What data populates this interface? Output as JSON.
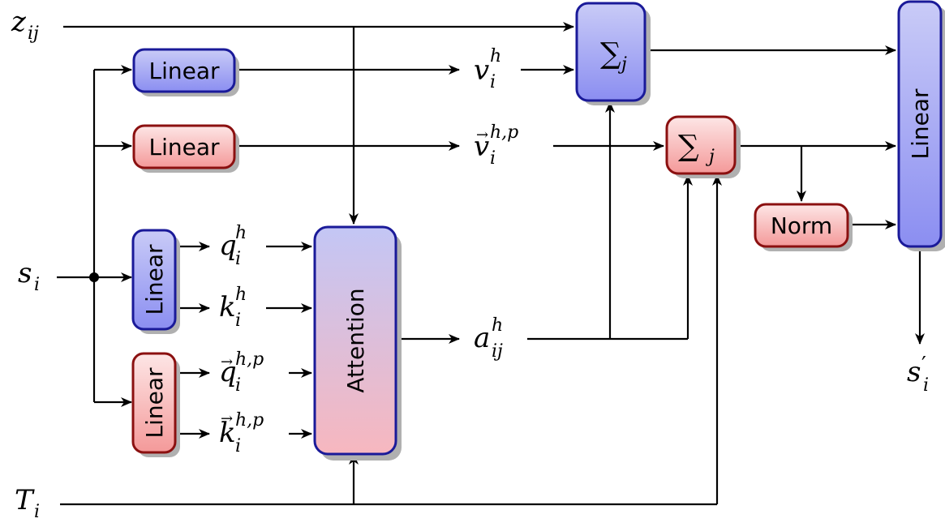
{
  "inputs": {
    "z": {
      "base": "z",
      "sub": "ij"
    },
    "s": {
      "base": "s",
      "sub": "i"
    },
    "T": {
      "base": "T",
      "sub": "i"
    }
  },
  "output": {
    "base": "s",
    "prime": "′",
    "sub": "i"
  },
  "blocks": {
    "linear_v": "Linear",
    "linear_vec": "Linear",
    "linear_qk": "Linear",
    "linear_qk_vec": "Linear",
    "attention": "Attention",
    "sum_top": "∑",
    "sum_top_sub": "j",
    "sum_mid": "∑",
    "sum_mid_sub": "j",
    "norm": "Norm",
    "linear_out": "Linear"
  },
  "symbols": {
    "v": {
      "base": "v",
      "sup": "h",
      "sub": "i"
    },
    "vvec": {
      "base": "v",
      "sup": "h,p",
      "sub": "i",
      "arrow": "→"
    },
    "q": {
      "base": "q",
      "sup": "h",
      "sub": "i"
    },
    "k": {
      "base": "k",
      "sup": "h",
      "sub": "i"
    },
    "qvec": {
      "base": "q",
      "sup": "h,p",
      "sub": "i",
      "arrow": "→"
    },
    "kvec": {
      "base": "k",
      "sup": "h,p",
      "sub": "i",
      "arrow": "→"
    },
    "a": {
      "base": "a",
      "sup": "h",
      "sub": "ij"
    }
  },
  "colors": {
    "blue_border": "#1a1a99",
    "blue_fill_top": "#c6c8f6",
    "blue_fill_bottom": "#8a8df0",
    "red_border": "#8b1010",
    "red_fill_top": "#fde2e2",
    "red_fill_bottom": "#f59a9a",
    "shadow": "#b0b0b0"
  }
}
